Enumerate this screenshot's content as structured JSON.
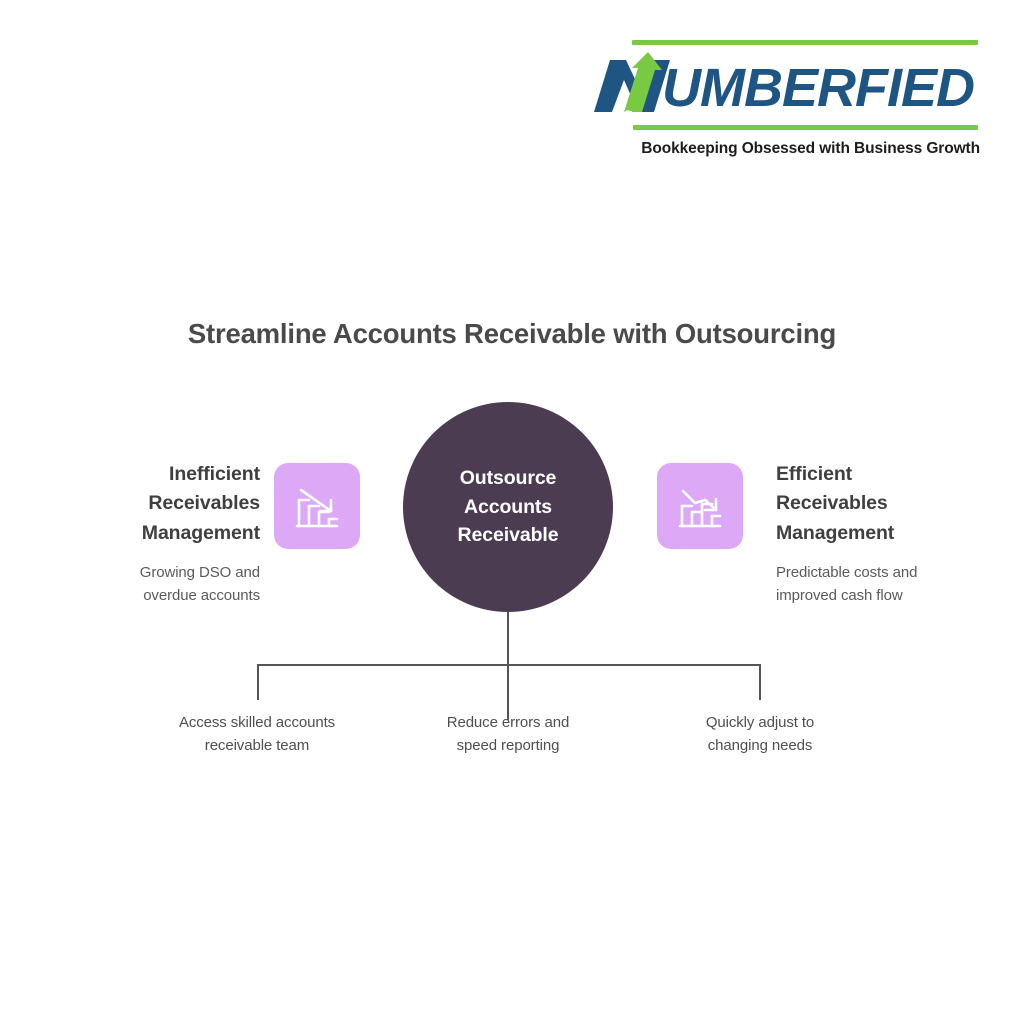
{
  "logo": {
    "wordmark": "NUMBERFIED",
    "wordmark_prefix": "N",
    "wordmark_rest": "UMBERFIED",
    "tagline": "Bookkeeping Obsessed with Business Growth",
    "colors": {
      "navy": "#1f5582",
      "green": "#7ac943",
      "tagline_text": "#1d1d1d"
    },
    "icons": {
      "arrow": "up-arrow-icon",
      "rule_top": "green-rule-top",
      "rule_bottom": "green-rule-bottom"
    }
  },
  "main": {
    "title": "Streamline Accounts Receivable with Outsourcing",
    "title_color": "#4a4a4a"
  },
  "diagram": {
    "center": {
      "label": "Outsource\nAccounts\nReceivable",
      "fill": "#4b3c52",
      "text_color": "#ffffff"
    },
    "badges": [
      {
        "name": "declining-bar-chart-icon",
        "fill": "#dda9f7",
        "side": "left"
      },
      {
        "name": "declining-line-chart-icon",
        "fill": "#dda9f7",
        "side": "right"
      }
    ],
    "sides": [
      {
        "side": "left",
        "heading": "Inefficient\nReceivables\nManagement",
        "subtext": "Growing DSO and\noverdue accounts"
      },
      {
        "side": "right",
        "heading": "Efficient\nReceivables\nManagement",
        "subtext": "Predictable costs and\nimproved cash flow"
      }
    ],
    "benefits": [
      "Access skilled accounts\nreceivable team",
      "Reduce errors and\nspeed reporting",
      "Quickly adjust to\nchanging needs"
    ],
    "connector_color": "#555555"
  }
}
